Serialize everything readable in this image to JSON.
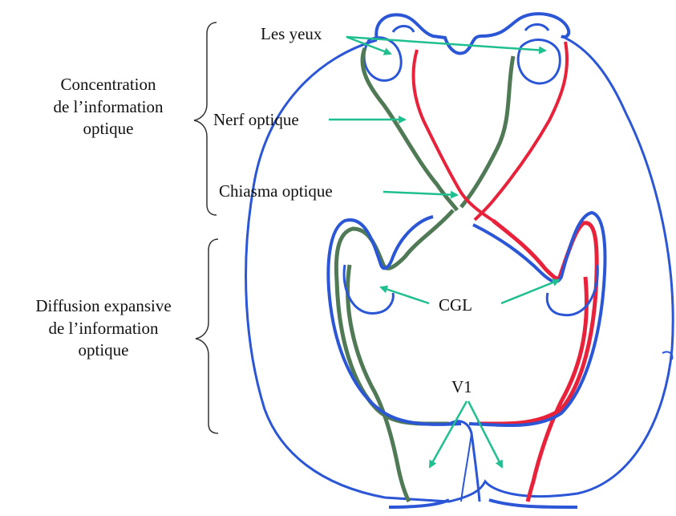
{
  "labels": {
    "eyes": "Les yeux",
    "optic_nerve": "Nerf optique",
    "chiasm": "Chiasma optique",
    "cgl": "CGL",
    "v1": "V1"
  },
  "groups": {
    "concentration": {
      "line1": "Concentration",
      "line2": "de l’information",
      "line3": "optique"
    },
    "diffusion": {
      "line1": "Diffusion expansive",
      "line2": "de l’information",
      "line3": "optique"
    }
  },
  "colors": {
    "outline": "#2b56d6",
    "left_pathway": "#4f7a55",
    "right_pathway": "#e8223a",
    "arrow": "#1fbf8f",
    "bracket": "#333333",
    "text": "#111111"
  }
}
